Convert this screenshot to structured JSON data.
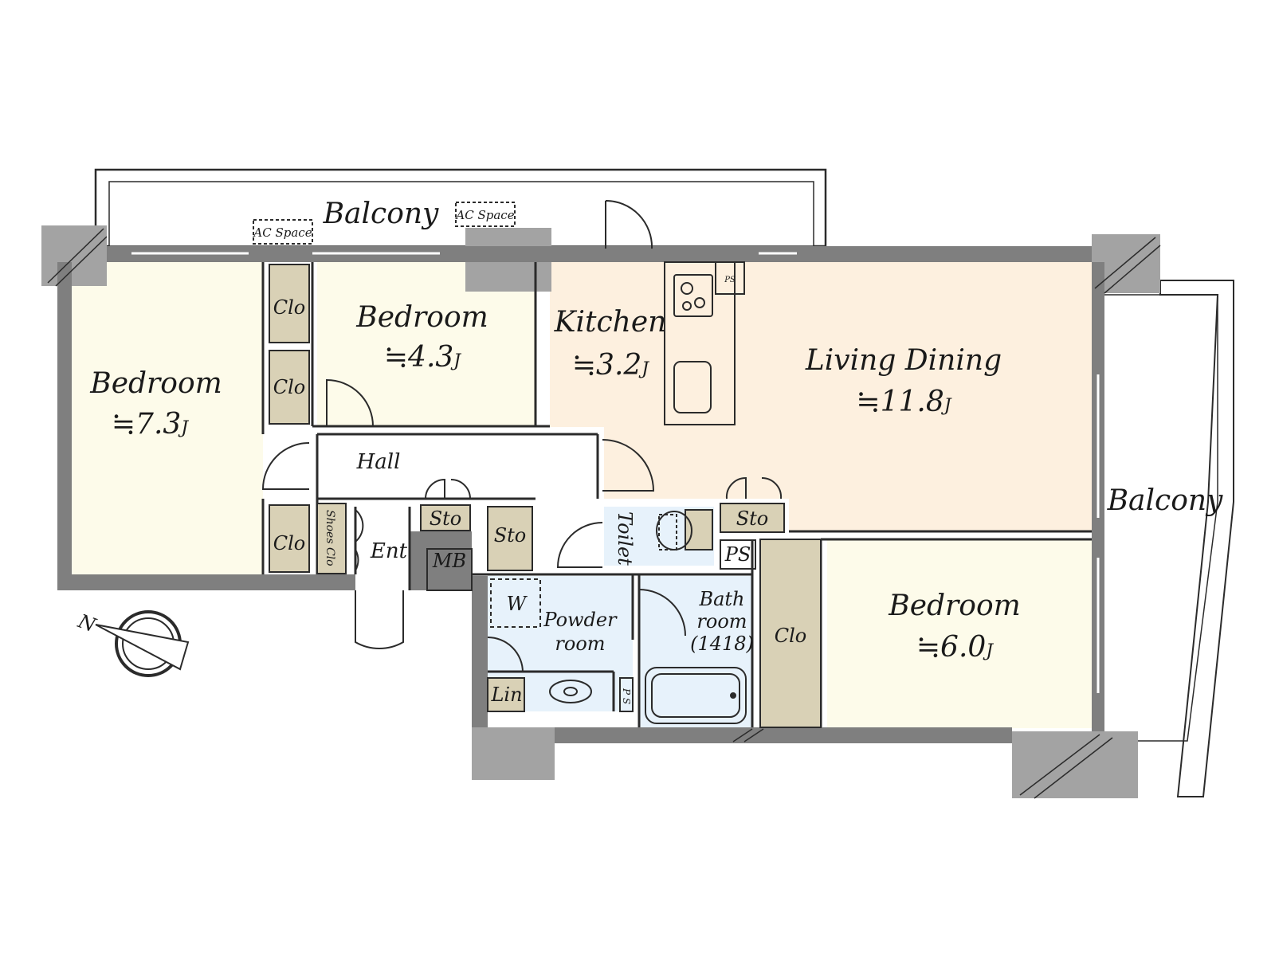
{
  "colors": {
    "bedroom": "#fdfbea",
    "living": "#fdf0df",
    "wet": "#e7f2fb",
    "storage": "#d9d1b6",
    "wall": "#7f7f7f",
    "hall": "#ffffff"
  },
  "compass_icon": "north-arrow-icon",
  "compass": {
    "north_label": "N"
  },
  "rooms": {
    "balcony_top": "Balcony",
    "balcony_right": "Balcony",
    "ac_space_1": "AC Space",
    "ac_space_2": "AC Space",
    "bedroom_west": {
      "name": "Bedroom",
      "size": "≒7.3",
      "unit": "J"
    },
    "bedroom_north": {
      "name": "Bedroom",
      "size": "≒4.3",
      "unit": "J"
    },
    "kitchen": {
      "name": "Kitchen",
      "size": "≒3.2",
      "unit": "J"
    },
    "living_dining": {
      "name": "Living Dining",
      "size": "≒11.8",
      "unit": "J"
    },
    "bedroom_east": {
      "name": "Bedroom",
      "size": "≒6.0",
      "unit": "J"
    },
    "hall": "Hall",
    "entrance": "Ent",
    "shoes_closet": "Shoes Clo",
    "closet_1": "Clo",
    "closet_2": "Clo",
    "closet_3": "Clo",
    "closet_4": "Clo",
    "storage_1": "Sto",
    "storage_2": "Sto",
    "storage_3": "Sto",
    "meter_box": "MB",
    "toilet": "Toilet",
    "ps_1": "PS",
    "ps_2": "PS",
    "ps_3": "P S",
    "washer": "W",
    "powder_room": [
      "Powder",
      "room"
    ],
    "linen": "Lin",
    "bathroom": [
      "Bath",
      "room",
      "(1418)"
    ]
  }
}
